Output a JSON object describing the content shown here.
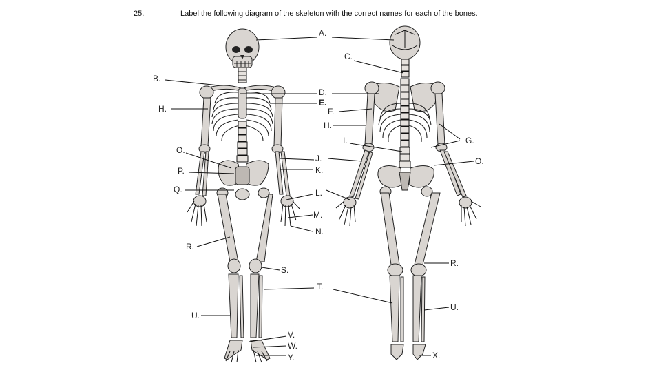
{
  "question_number": "25.",
  "instruction": "Label the following diagram of the skeleton with the correct names for each of the bones.",
  "labels": {
    "A": "A.",
    "B": "B.",
    "C": "C.",
    "D": "D.",
    "E": "E.",
    "F": "F.",
    "G": "G.",
    "H_front": "H.",
    "H_back": "H.",
    "I": "I.",
    "J": "J.",
    "K": "K.",
    "L": "L.",
    "M": "M.",
    "N": "N.",
    "O_front": "O.",
    "O_back": "O.",
    "P": "P.",
    "Q": "Q.",
    "R_front": "R.",
    "R_back": "R.",
    "S": "S.",
    "T": "T.",
    "U_front": "U.",
    "U_back": "U.",
    "V": "V.",
    "W": "W.",
    "X": "X.",
    "Y": "Y."
  },
  "colors": {
    "bone": "#d9d5d1",
    "outline": "#222222",
    "background": "#ffffff"
  }
}
